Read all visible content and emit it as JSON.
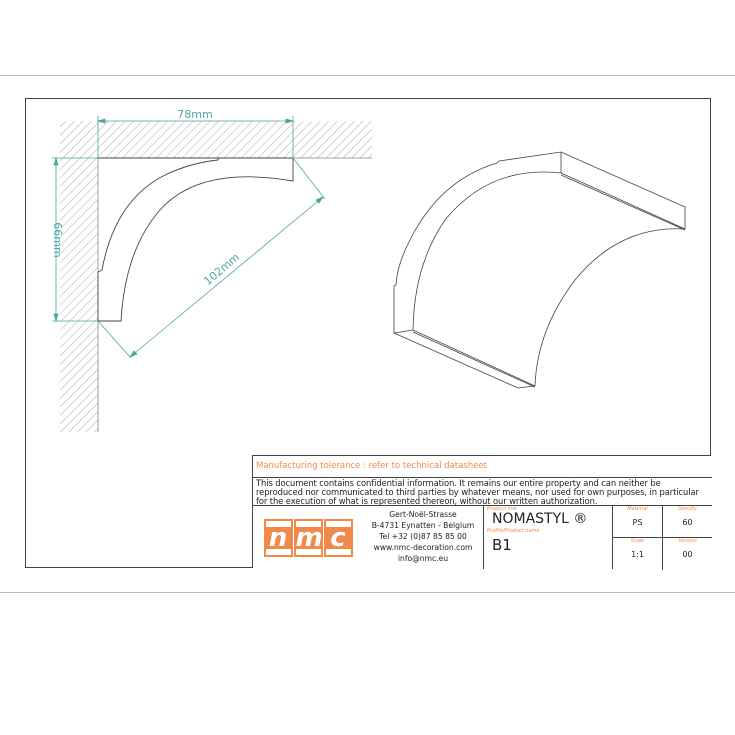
{
  "drawing": {
    "dim_width": "78mm",
    "dim_height": "66mm",
    "dim_diagonal": "102mm",
    "dimension_color": "#4aa7a0"
  },
  "title_block": {
    "tolerance": "Manufacturing tolerance : refer to technical datasheet",
    "confidentiality": "This document contains confidential information. It remains our entire property and can neither be reproduced nor communicated to third parties by whatever means, nor used for own purposes, in particular for the execution of what is represented thereon, without our written authorization.",
    "logo_letters": [
      "n",
      "m",
      "c"
    ],
    "brand_color": "#f08a4b",
    "address": [
      "Gert-Noël-Strasse",
      "B-4731 Eynatten - Belgium",
      "Tel +32 (0)87 85 85 00",
      "www.nmc-decoration.com",
      "info@nmc.eu"
    ],
    "product_line_label": "Product line",
    "product_line": "NOMASTYL ®",
    "product_name_label": "Profile/Product name",
    "product_name": "B1",
    "material_label": "Material",
    "material": "PS",
    "density_label": "Density",
    "density": "60",
    "scale_label": "Scale",
    "scale": "1:1",
    "version_label": "Version",
    "version": "00"
  }
}
